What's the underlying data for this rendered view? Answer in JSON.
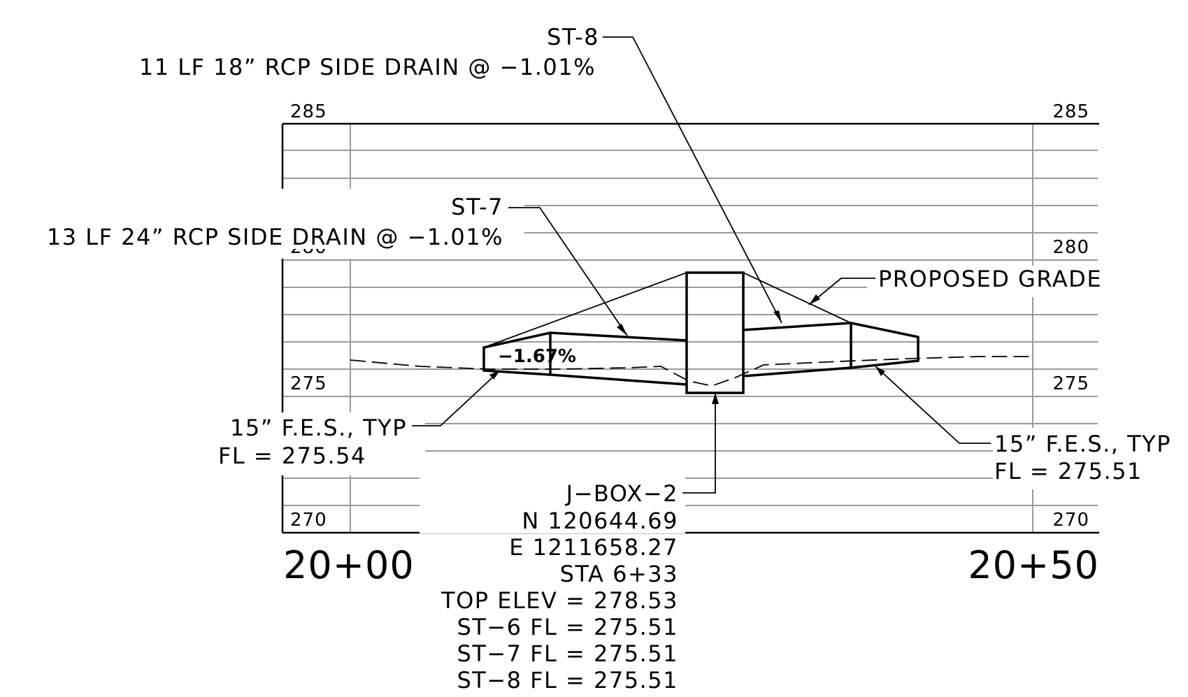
{
  "profile": {
    "elevation_labels": {
      "e285_left": "285",
      "e285_right": "285",
      "e280_left": "280",
      "e280_right": "280",
      "e275_left": "275",
      "e275_right": "275",
      "e270_left": "270",
      "e270_right": "270"
    },
    "stations": {
      "left": "20+00",
      "right": "20+50"
    }
  },
  "callouts": {
    "st8": {
      "label": "ST-8",
      "desc": "11 LF 18” RCP SIDE DRAIN @ −1.01%"
    },
    "st7": {
      "label": "ST-7",
      "desc": "13 LF 24” RCP SIDE DRAIN @ −1.01%"
    },
    "proposed_grade": "PROPOSED GRADE",
    "slope": "−1.67%",
    "fes_left": {
      "line1": "15” F.E.S., TYP",
      "line2": "FL = 275.54"
    },
    "fes_right": {
      "line1": "15” F.E.S., TYP",
      "line2": "FL = 275.51"
    },
    "jbox": {
      "label": "J−BOX−2",
      "lines": [
        "N 120644.69",
        "E 1211658.27",
        "STA 6+33",
        "TOP ELEV = 278.53",
        "ST−6 FL = 275.51",
        "ST−7 FL = 275.51",
        "ST−8 FL = 275.51"
      ]
    }
  }
}
